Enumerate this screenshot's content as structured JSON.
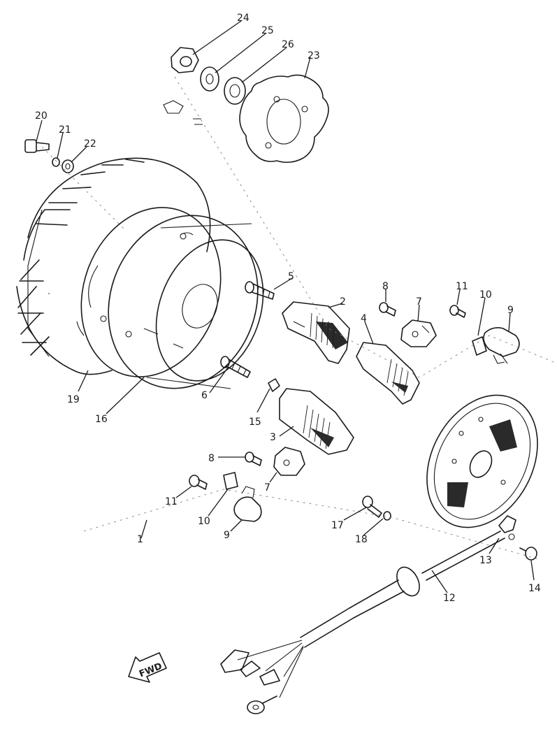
{
  "callouts": [
    {
      "id": "1",
      "label": "1"
    },
    {
      "id": "2",
      "label": "2"
    },
    {
      "id": "3",
      "label": "3"
    },
    {
      "id": "4",
      "label": "4"
    },
    {
      "id": "5",
      "label": "5"
    },
    {
      "id": "6",
      "label": "6"
    },
    {
      "id": "7a",
      "label": "7"
    },
    {
      "id": "7b",
      "label": "7"
    },
    {
      "id": "8a",
      "label": "8"
    },
    {
      "id": "8b",
      "label": "8"
    },
    {
      "id": "9a",
      "label": "9"
    },
    {
      "id": "9b",
      "label": "9"
    },
    {
      "id": "10a",
      "label": "10"
    },
    {
      "id": "10b",
      "label": "10"
    },
    {
      "id": "11a",
      "label": "11"
    },
    {
      "id": "11b",
      "label": "11"
    },
    {
      "id": "12",
      "label": "12"
    },
    {
      "id": "13",
      "label": "13"
    },
    {
      "id": "14",
      "label": "14"
    },
    {
      "id": "15",
      "label": "15"
    },
    {
      "id": "16",
      "label": "16"
    },
    {
      "id": "17",
      "label": "17"
    },
    {
      "id": "18",
      "label": "18"
    },
    {
      "id": "19",
      "label": "19"
    },
    {
      "id": "20",
      "label": "20"
    },
    {
      "id": "21",
      "label": "21"
    },
    {
      "id": "22",
      "label": "22"
    },
    {
      "id": "23",
      "label": "23"
    },
    {
      "id": "24",
      "label": "24"
    },
    {
      "id": "25",
      "label": "25"
    },
    {
      "id": "26",
      "label": "26"
    }
  ],
  "direction_marker": {
    "label": "FWD"
  },
  "colors": {
    "ink": "#1a1a1a",
    "paper": "#ffffff"
  }
}
